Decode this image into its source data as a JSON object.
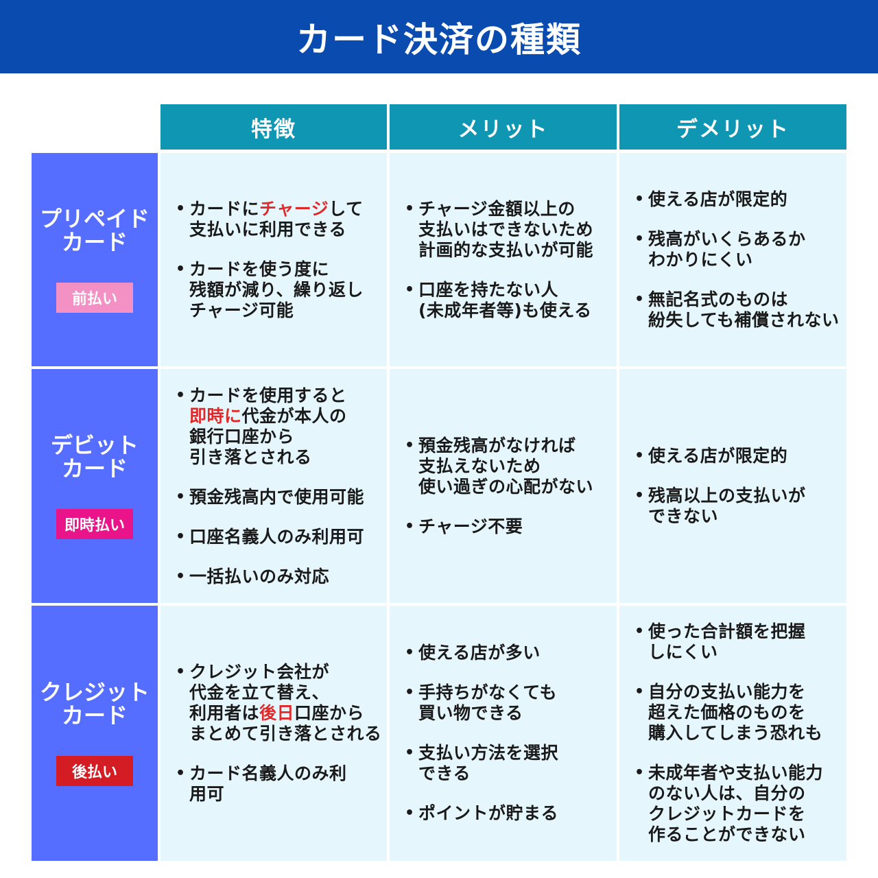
{
  "title": "カード決済の種類",
  "columns": [
    "特徴",
    "メリット",
    "デメリット"
  ],
  "colors": {
    "title_bg": "#0a4bb0",
    "column_header_bg": "#0e96b2",
    "row_header_bg": "#566eff",
    "cell_bg": "#e5f6fc",
    "highlight": "#e02a2a",
    "badge_prepaid": "#f391c4",
    "badge_debit": "#ea148a",
    "badge_credit": "#d41c24"
  },
  "rows": [
    {
      "label": "プリペイド\nカード",
      "badge": "前払い",
      "features": [
        {
          "pre": "カードに",
          "hl": "チャージ",
          "post": "して\n支払いに利用できる"
        },
        {
          "pre": "カードを使う度に\n残額が減り、繰り返し\nチャージ可能",
          "hl": "",
          "post": ""
        }
      ],
      "merits": [
        "チャージ金額以上の\n支払いはできないため\n計画的な支払いが可能",
        "口座を持たない人\n(未成年者等)も使える"
      ],
      "demerits": [
        "使える店が限定的",
        "残高がいくらあるか\nわかりにくい",
        "無記名式のものは\n紛失しても補償されない"
      ]
    },
    {
      "label": "デビット\nカード",
      "badge": "即時払い",
      "features": [
        {
          "pre": "カードを使用すると\n",
          "hl": "即時に",
          "post": "代金が本人の\n銀行口座から\n引き落とされる"
        },
        {
          "pre": "預金残高内で使用可能",
          "hl": "",
          "post": ""
        },
        {
          "pre": "口座名義人のみ利用可",
          "hl": "",
          "post": ""
        },
        {
          "pre": "一括払いのみ対応",
          "hl": "",
          "post": ""
        }
      ],
      "merits": [
        "預金残高がなければ\n支払えないため\n使い過ぎの心配がない",
        "チャージ不要"
      ],
      "demerits": [
        "使える店が限定的",
        "残高以上の支払いが\nできない"
      ]
    },
    {
      "label": "クレジット\nカード",
      "badge": "後払い",
      "features": [
        {
          "pre": "クレジット会社が\n代金を立て替え、\n利用者は",
          "hl": "後日",
          "post": "口座から\nまとめて引き落とされる"
        },
        {
          "pre": "カード名義人のみ利\n用可",
          "hl": "",
          "post": ""
        }
      ],
      "merits": [
        "使える店が多い",
        "手持ちがなくても\n買い物できる",
        "支払い方法を選択\nできる",
        "ポイントが貯まる"
      ],
      "demerits": [
        "使った合計額を把握\nしにくい",
        "自分の支払い能力を\n超えた価格のものを\n購入してしまう恐れも",
        "未成年者や支払い能力\nのない人は、自分の\nクレジットカードを\n作ることができない"
      ]
    }
  ]
}
